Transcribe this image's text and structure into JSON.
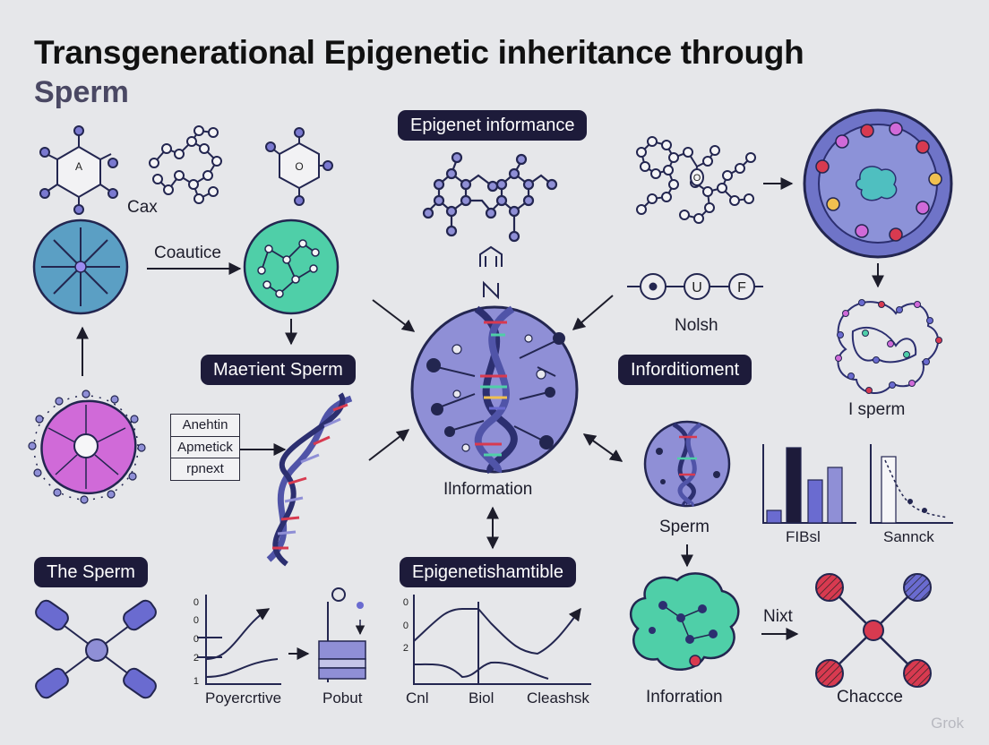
{
  "title": {
    "line1": "Transgenerational Epigenetic inheritance through",
    "line2": "Sperm"
  },
  "pills": {
    "epigenet_informance": "Epigenet informance",
    "maetient_sperm": "Maeтient Sperm",
    "inforditioment": "Inforditioment",
    "the_sperm": "The Sperm",
    "epigenetishamtible": "Epigenetishamtible"
  },
  "labels": {
    "cax": "Cax",
    "coautice": "Coautice",
    "nolsh": "Nolsh",
    "i_sperm": "I sperm",
    "information_center": "Ilnformation",
    "sperm_mid": "Sperm",
    "fibsl": "FIBsl",
    "sannck": "Sannck",
    "poyercrtive": "Poyercrtive",
    "pobut": "Pobut",
    "cnl": "Cnl",
    "biol": "Biol",
    "cleashsk": "Cleashsk",
    "inforration": "Inforration",
    "nixt": "Nixt",
    "chaccce": "Chaccce"
  },
  "glyphs": {
    "hexagon_letter": "A",
    "hexagon_center": "O",
    "chain_center": "O",
    "node_u": "U",
    "node_f": "F"
  },
  "box_stack": [
    "Anehtin",
    "Apmetick",
    "rpnext"
  ],
  "axis_ticks": {
    "chart1": [
      "0",
      "0",
      "0",
      "2",
      "1"
    ],
    "chart2": [
      "0",
      "0",
      "2"
    ]
  },
  "watermark": "Grok",
  "colors": {
    "background": "#e6e7ea",
    "pill": "#1d1b3a",
    "periwinkle": "#8f8fd6",
    "navy": "#232650",
    "teal": "#4fcfa8",
    "magenta": "#d06ad8",
    "crimson": "#d83a50",
    "blue_circle": "#5b9fc4"
  }
}
